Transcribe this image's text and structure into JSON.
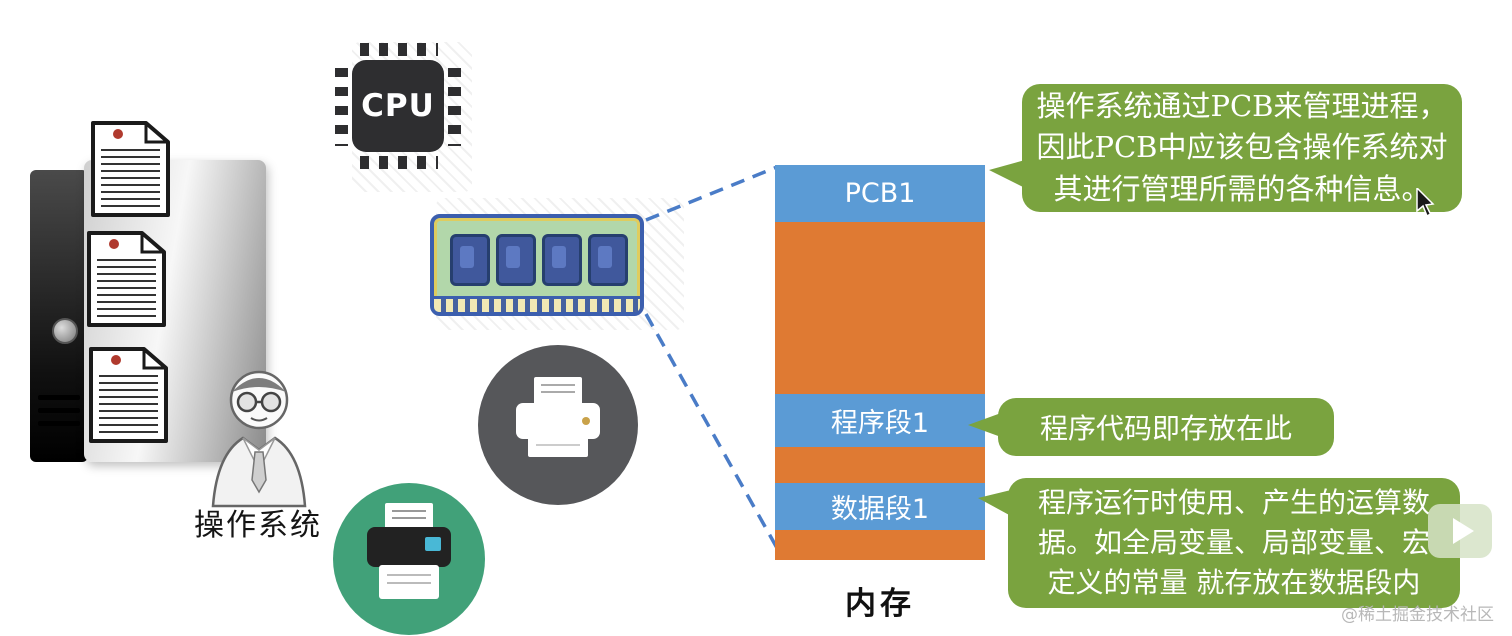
{
  "os": {
    "label": "操作系统"
  },
  "cpu": {
    "label": "CPU"
  },
  "memory": {
    "caption": "内存",
    "segments": [
      {
        "label": "PCB1"
      },
      {
        "label": ""
      },
      {
        "label": "程序段1"
      },
      {
        "label": ""
      },
      {
        "label": "数据段1"
      },
      {
        "label": ""
      }
    ]
  },
  "bubbles": {
    "pcb_note": "操作系统通过PCB来管理进程，\n因此PCB中应该包含操作系统对\n其进行管理所需的各种信息。",
    "program_note": "程序代码即存放在此",
    "data_note": "程序运行时使用、产生的运算数\n据。如全局变量、局部变量、宏\n定义的常量 就存放在数据段内"
  },
  "watermark": "@稀土掘金技术社区",
  "colors": {
    "bubble_green": "#7aa33f",
    "segment_blue": "#5b9bd5",
    "segment_orange": "#df7a33",
    "dashed_line": "#4a7cc7"
  }
}
